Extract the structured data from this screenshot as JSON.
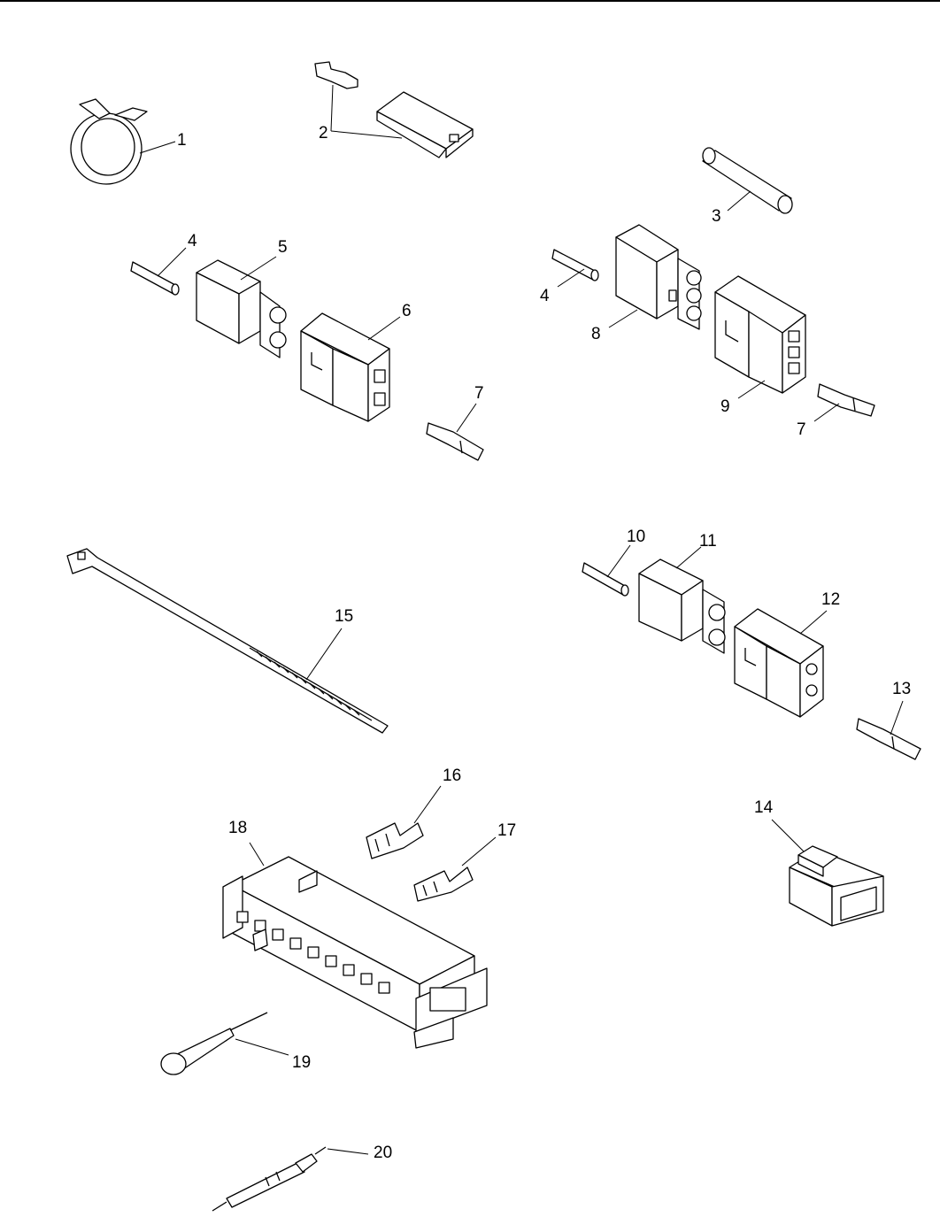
{
  "diagram": {
    "callouts": [
      {
        "id": "c1",
        "label": "1"
      },
      {
        "id": "c2",
        "label": "2"
      },
      {
        "id": "c3",
        "label": "3"
      },
      {
        "id": "c4a",
        "label": "4"
      },
      {
        "id": "c5",
        "label": "5"
      },
      {
        "id": "c6",
        "label": "6"
      },
      {
        "id": "c7a",
        "label": "7"
      },
      {
        "id": "c4b",
        "label": "4"
      },
      {
        "id": "c8",
        "label": "8"
      },
      {
        "id": "c9",
        "label": "9"
      },
      {
        "id": "c7b",
        "label": "7"
      },
      {
        "id": "c10",
        "label": "10"
      },
      {
        "id": "c11",
        "label": "11"
      },
      {
        "id": "c12",
        "label": "12"
      },
      {
        "id": "c13",
        "label": "13"
      },
      {
        "id": "c14",
        "label": "14"
      },
      {
        "id": "c15",
        "label": "15"
      },
      {
        "id": "c16",
        "label": "16"
      },
      {
        "id": "c17",
        "label": "17"
      },
      {
        "id": "c18",
        "label": "18"
      },
      {
        "id": "c19",
        "label": "19"
      },
      {
        "id": "c20",
        "label": "20"
      }
    ]
  }
}
